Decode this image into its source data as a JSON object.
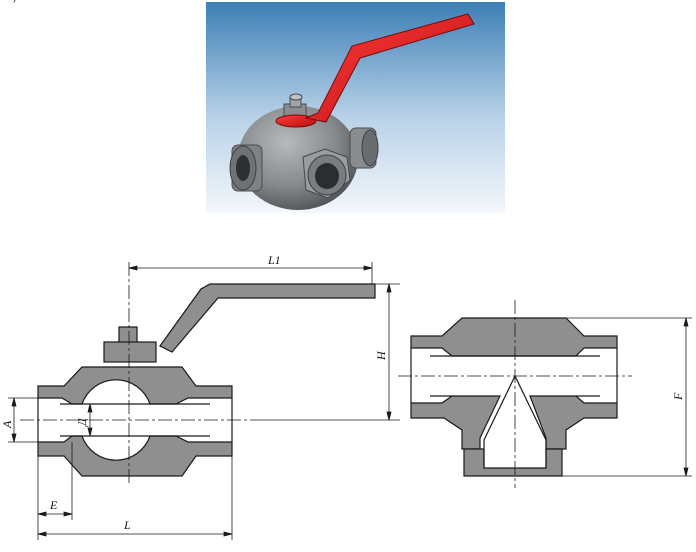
{
  "header_fragment": "…)",
  "photo": {
    "description_icon": "three-way-ball-valve-3d-render",
    "background_top": "#3d7fb6",
    "background_bottom": "#f4f7fb",
    "handle_color": "#e21d1d",
    "body_color": "#8a8d90"
  },
  "drawing": {
    "section_fill": "#8f8f8f",
    "line_color": "#1a1a1a",
    "labels": {
      "L1": "L1",
      "H": "H",
      "A": "A",
      "D": "Д",
      "E": "E",
      "L": "L",
      "F": "F"
    }
  }
}
